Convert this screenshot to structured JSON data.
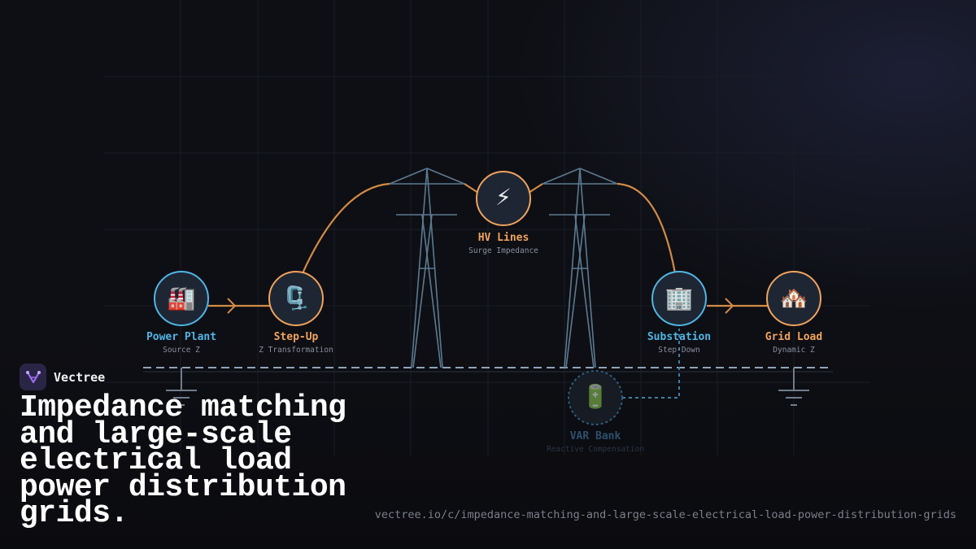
{
  "brand": {
    "name": "Vectree",
    "logo_icon": "vectree-logo-icon"
  },
  "headline": "Impedance matching and large-scale electrical load power distribution grids.",
  "url": "vectree.io/c/impedance-matching-and-large-scale-electrical-load-power-distribution-grids",
  "diagram": {
    "nodes": [
      {
        "id": "power-plant",
        "label": "Power Plant",
        "sub": "Source Z",
        "icon": "factory-icon",
        "glyph": "🏭",
        "color": "#4fb6e6"
      },
      {
        "id": "step-up",
        "label": "Step-Up",
        "sub": "Z Transformation",
        "icon": "clamp-icon",
        "glyph": "🗜️",
        "color": "#f0a35e"
      },
      {
        "id": "hv-lines",
        "label": "HV Lines",
        "sub": "Surge Impedance",
        "icon": "lightning-icon",
        "glyph": "⚡",
        "color": "#f0a35e"
      },
      {
        "id": "substation",
        "label": "Substation",
        "sub": "Step-Down",
        "icon": "office-building-icon",
        "glyph": "🏢",
        "color": "#4fb6e6"
      },
      {
        "id": "grid-load",
        "label": "Grid Load",
        "sub": "Dynamic Z",
        "icon": "houses-icon",
        "glyph": "🏘️",
        "color": "#f0a35e"
      },
      {
        "id": "var-bank",
        "label": "VAR Bank",
        "sub": "Reactive Compensation",
        "icon": "battery-icon",
        "glyph": "🔋",
        "color": "#2c4f6e"
      }
    ],
    "colors": {
      "wire": "#d38b45",
      "tower": "#5b7a92",
      "ground": "#6f7c8c",
      "grid": "#1c2029",
      "dashed_bus": "#8fa3b8",
      "var_link": "#3d7fa8"
    }
  }
}
